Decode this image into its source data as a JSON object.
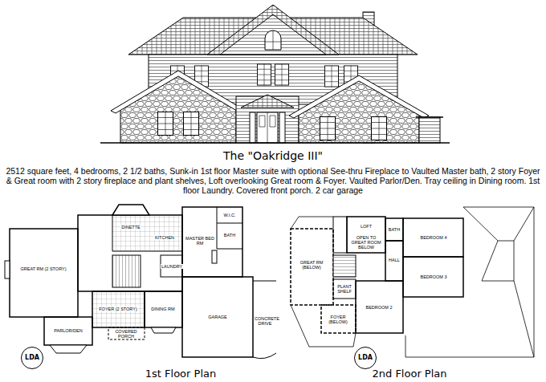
{
  "diagram": {
    "title": "The \"Oakridge III\"",
    "caption": "2512 square feet, 4 bedrooms, 2 1/2 baths, Sunk-in 1st floor Master suite with optional See-thru Fireplace to Vaulted Master bath, 2 story Foyer & Great room with 2 story fireplace and plant shelves, Loft overlooking Great room & Foyer. Vaulted Parlor/Den. Tray ceiling in Dining room. 1st floor Laundry. Covered front porch. 2 car garage",
    "nodes": [
      {
        "text": [
          "LDA"
        ]
      },
      {
        "text": [
          "LDA"
        ]
      }
    ],
    "labels": [
      "GREAT RM (2 STORY)",
      "DINETTE",
      "KITCHEN",
      "MASTER BED RM",
      "W.I.C.",
      "BATH",
      "LAUNDRY",
      "DINING RM",
      "FOYER (2 STORY)",
      "PARLOR/DEN",
      "COVERED PORCH",
      "GARAGE",
      "CONCRETE DRIVE",
      "1st Floor Plan",
      "GREAT RM (BELOW)",
      "LOFT",
      "BATH",
      "BEDROOM 4",
      "BEDROOM 3",
      "HALL",
      "BEDROOM 2",
      "FOYER (BELOW)",
      "OPEN TO GREAT ROOM BELOW",
      "PLANT SHELF",
      "2nd Floor Plan"
    ]
  }
}
